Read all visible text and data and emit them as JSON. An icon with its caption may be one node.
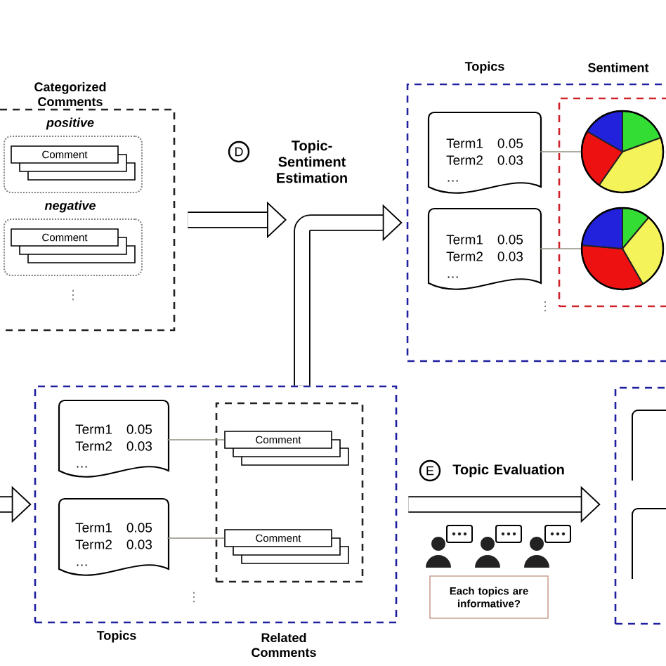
{
  "diagram": {
    "nodes": [
      {
        "text": [
          "Categorized Comments"
        ]
      },
      {
        "text": [
          "positive"
        ],
        "in": 0
      },
      {
        "text": [
          "Comment"
        ],
        "in": 1
      },
      {
        "text": [
          "negative"
        ],
        "in": 0
      },
      {
        "text": [
          "Comment"
        ],
        "in": 3
      },
      {
        "text": [
          "D"
        ],
        "beside": [
          "Topic- Sentiment Estimation"
        ]
      },
      {
        "text": [
          "Topics"
        ]
      },
      {
        "text": [
          "Term1",
          "0.05",
          "Term2",
          "0.03",
          "…"
        ],
        "in": 6
      },
      {
        "text": [
          "Term1",
          "0.05",
          "Term2",
          "0.03",
          "…"
        ],
        "in": 6
      },
      {
        "text": [
          "Sentiment"
        ],
        "in": 6
      },
      {
        "text": [],
        "shape": "circle",
        "in": 9
      },
      {
        "text": [],
        "shape": "circle",
        "in": 9
      },
      {
        "text": [
          "Topics"
        ]
      },
      {
        "text": [
          "Term1",
          "0.05",
          "Term2",
          "0.03",
          "…"
        ],
        "in": 12
      },
      {
        "text": [
          "Term1",
          "0.05",
          "Term2",
          "0.03",
          "…"
        ],
        "in": 12
      },
      {
        "text": [
          "Related Comments"
        ],
        "in": 12
      },
      {
        "text": [
          "Comment"
        ],
        "in": 15
      },
      {
        "text": [
          "Comment"
        ],
        "in": 15
      },
      {
        "text": [
          "E"
        ],
        "beside": [
          "Topic Evaluation"
        ]
      },
      {
        "text": [
          "Each topics are informative?"
        ]
      },
      {
        "text": [],
        "shape": "box"
      }
    ],
    "edges": [
      {
        "from": 0,
        "to": null,
        "arrow": "to",
        "style": "thick"
      },
      {
        "from": 12,
        "to": 6,
        "arrow": "to",
        "style": "thick"
      },
      {
        "from": 7,
        "to": 10,
        "arrow": "none",
        "color": "#808080"
      },
      {
        "from": 8,
        "to": 11,
        "arrow": "none",
        "color": "#808080"
      },
      {
        "from": null,
        "to": 12,
        "arrow": "to",
        "style": "thick"
      },
      {
        "from": 13,
        "to": 16,
        "arrow": "none",
        "color": "#808080"
      },
      {
        "from": 14,
        "to": 17,
        "arrow": "none",
        "color": "#808080"
      },
      {
        "from": 12,
        "to": 20,
        "arrow": "to",
        "style": "thick"
      }
    ],
    "labels": [
      "⋮",
      "⋮",
      "⋮"
    ]
  }
}
